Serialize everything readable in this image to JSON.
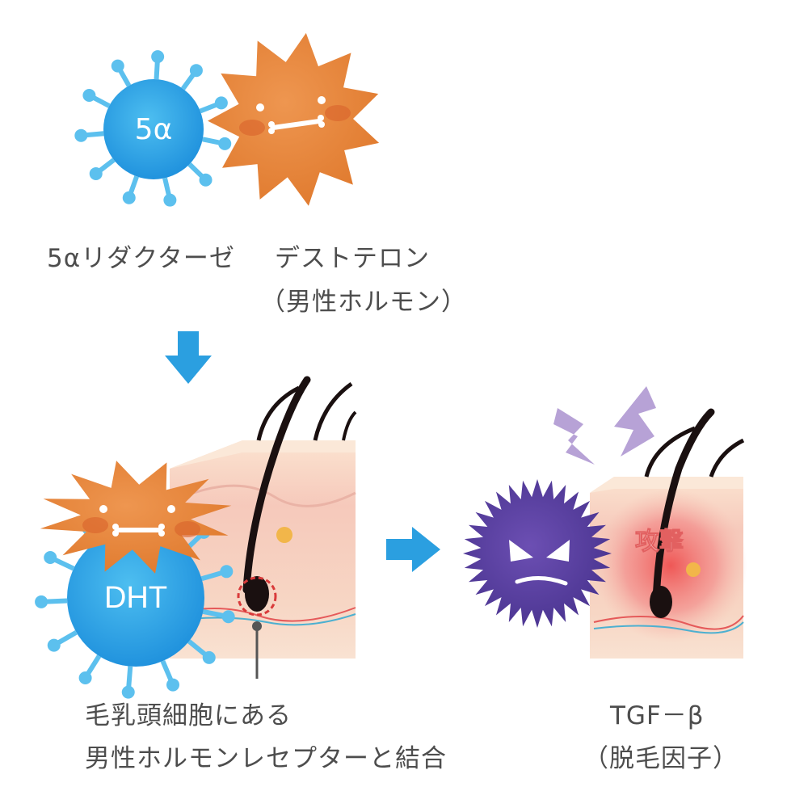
{
  "top": {
    "enzyme_badge": "5α",
    "enzyme_label": "5αリダクターゼ",
    "hormone_label": "デストテロン",
    "hormone_sub": "（男性ホルモン）"
  },
  "middle": {
    "dht_badge": "DHT",
    "caption_line1": "毛乳頭細胞にある",
    "caption_line2": "男性ホルモンレセプターと結合"
  },
  "right": {
    "attack_label": "攻撃",
    "factor_label": "TGF－β",
    "factor_sub": "（脱毛因子）"
  },
  "colors": {
    "blue": "#2fa8e6",
    "orange": "#e8823a",
    "purple": "#5b3f9e",
    "arrow": "#2b9fe0",
    "text": "#4d4d4d",
    "lightning": "#b7a2d6"
  }
}
